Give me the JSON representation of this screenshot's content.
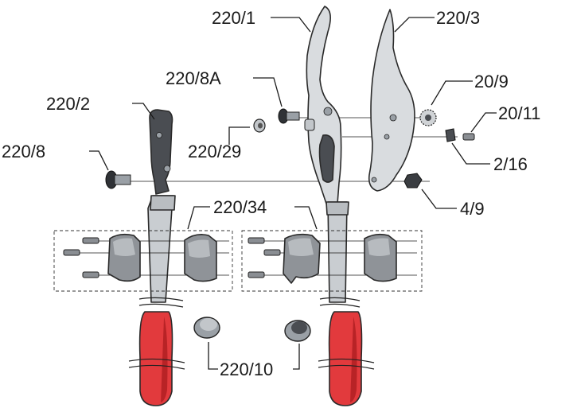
{
  "labels": {
    "p220_1": "220/1",
    "p220_3": "220/3",
    "p220_8a": "220/8A",
    "p20_9": "20/9",
    "p220_2": "220/2",
    "p20_11": "20/11",
    "p220_29": "220/29",
    "p2_16": "2/16",
    "p220_8": "220/8",
    "p220_34": "220/34",
    "p4_9": "4/9",
    "p220_10": "220/10"
  },
  "colors": {
    "grip": "#e23a3d",
    "metal": "#d9dcdf",
    "dark_part": "#4a4d52",
    "outline": "#2a2a2a"
  }
}
